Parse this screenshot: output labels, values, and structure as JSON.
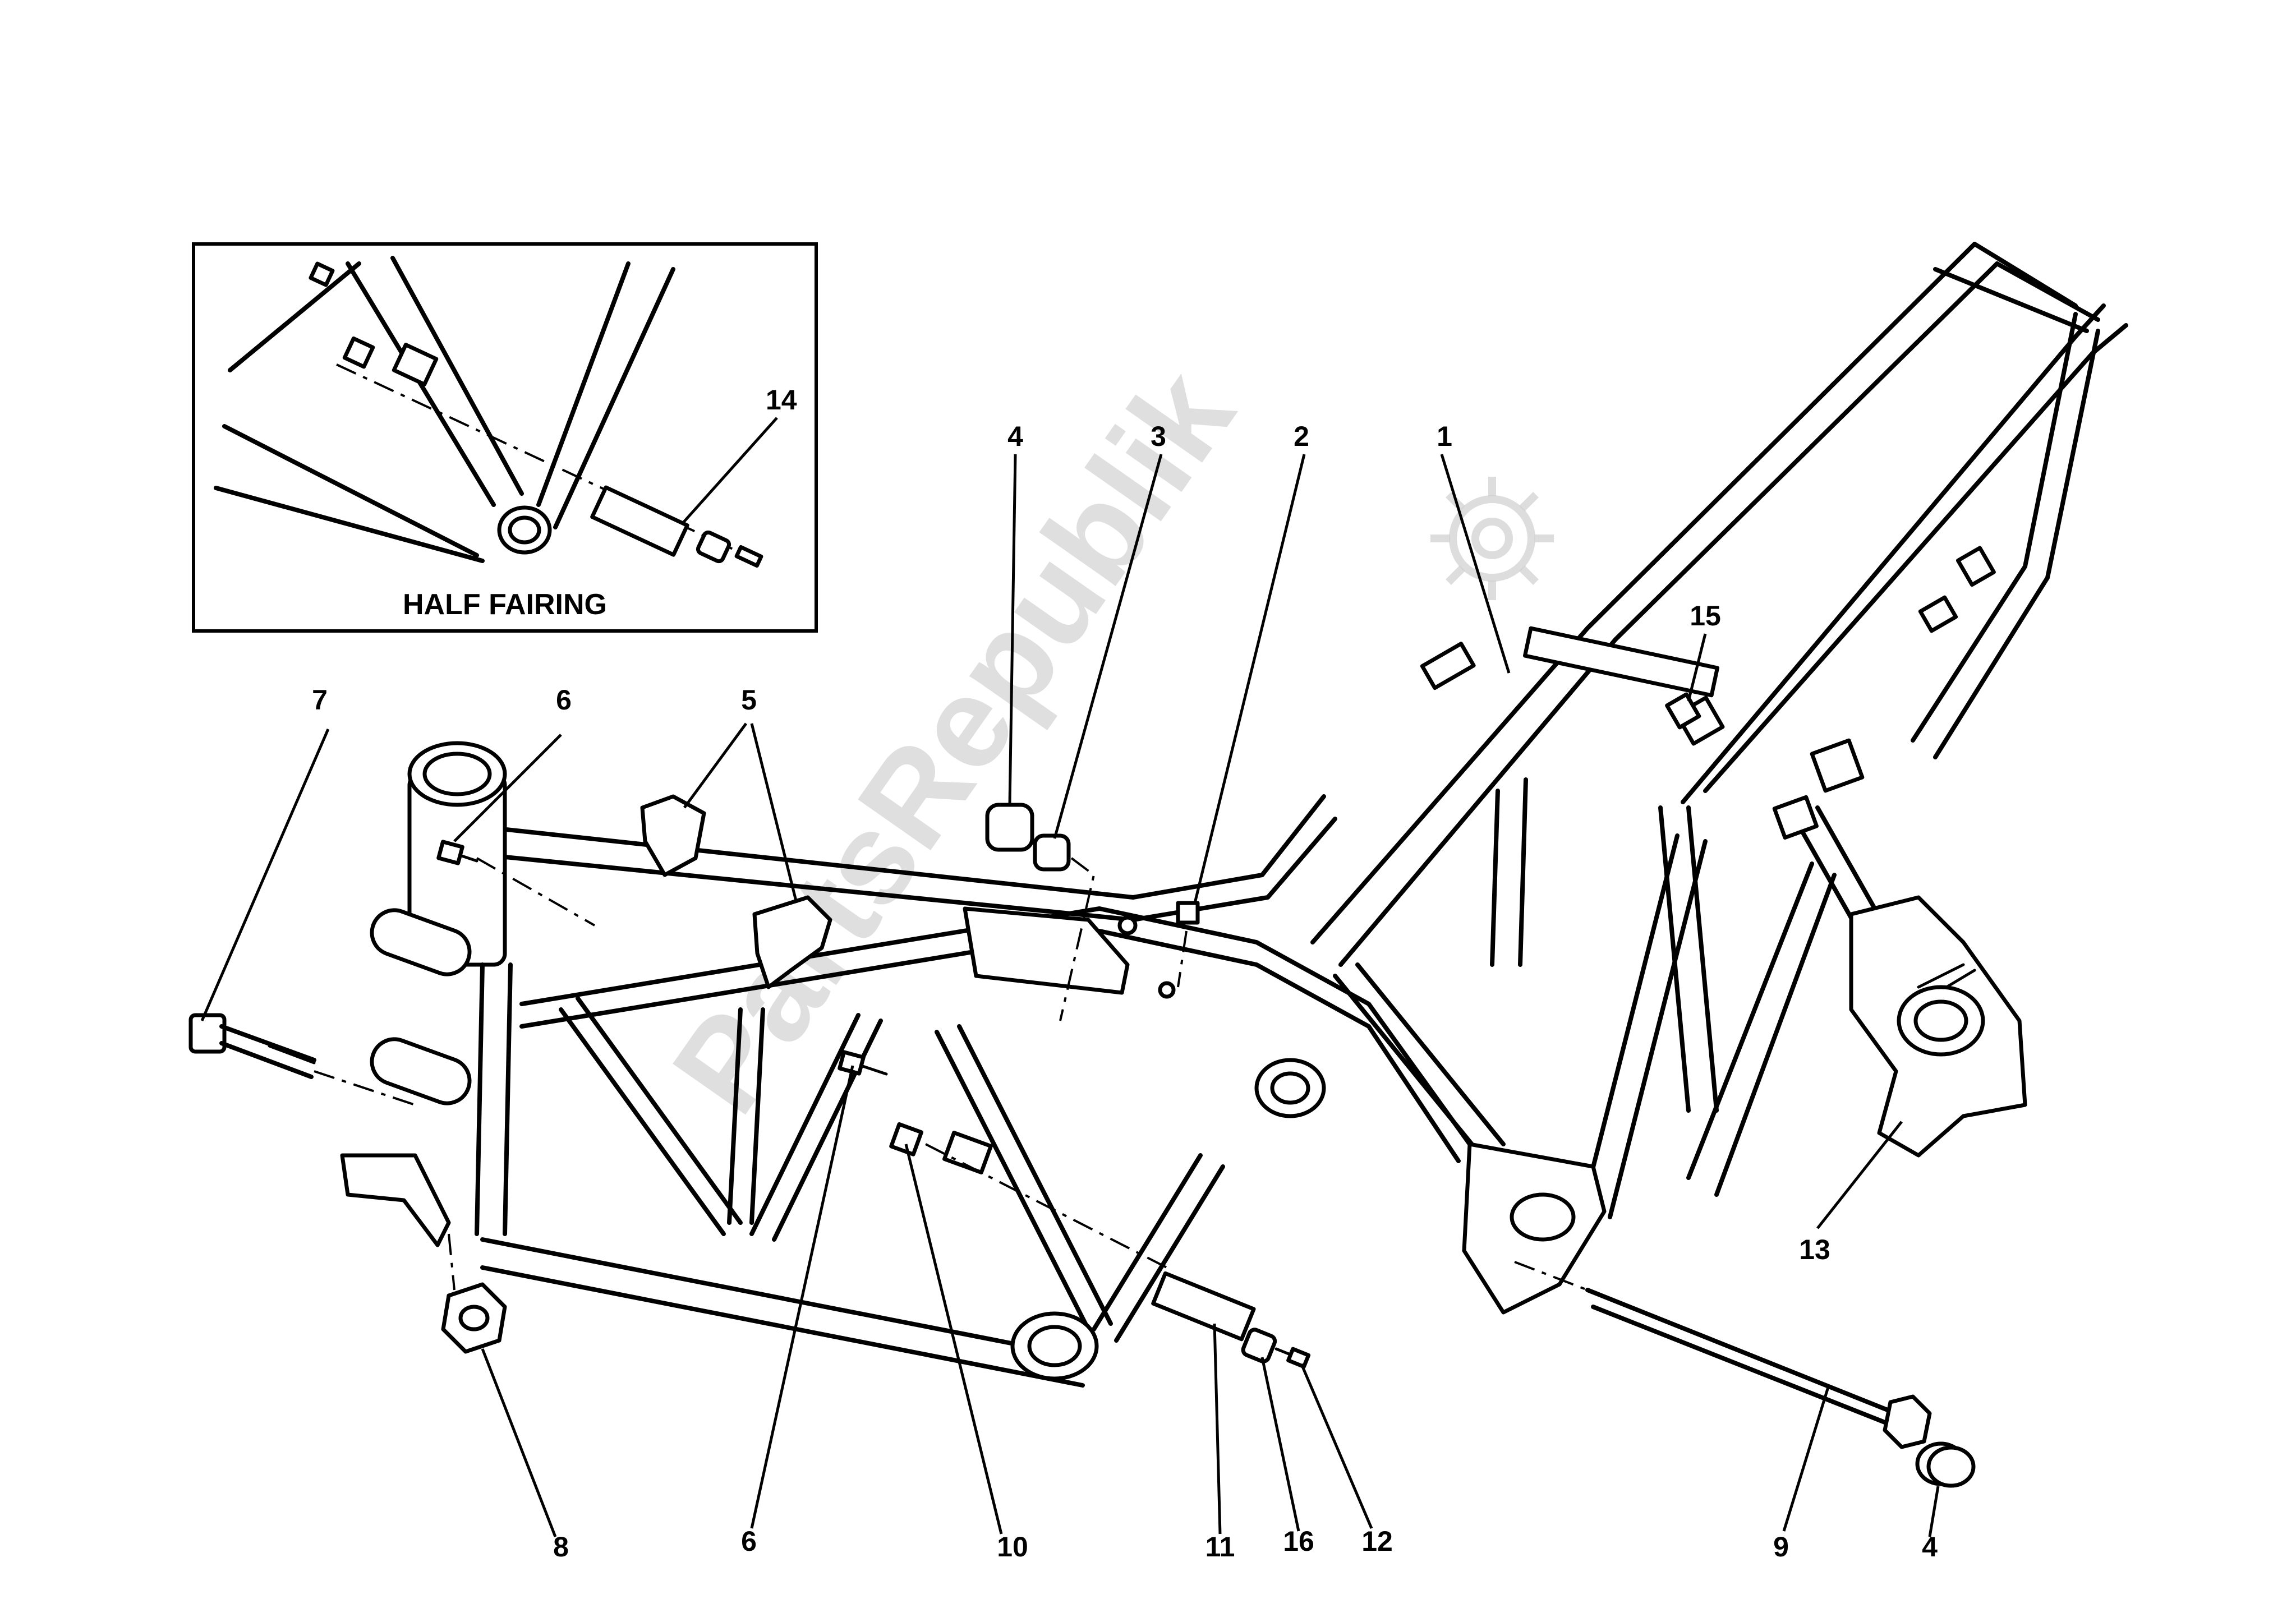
{
  "inset": {
    "title": "HALF FAIRING",
    "callouts": [
      "14"
    ]
  },
  "callouts": {
    "c1": "1",
    "c2": "2",
    "c3": "3",
    "c4_top": "4",
    "c4_bottom": "4",
    "c5": "5",
    "c6_top": "6",
    "c6_bottom": "6",
    "c7": "7",
    "c8": "8",
    "c9": "9",
    "c10": "10",
    "c11": "11",
    "c12": "12",
    "c13": "13",
    "c15": "15",
    "c16": "16"
  },
  "watermark": {
    "text": "PartsRepublik",
    "icon": "gear-icon"
  }
}
